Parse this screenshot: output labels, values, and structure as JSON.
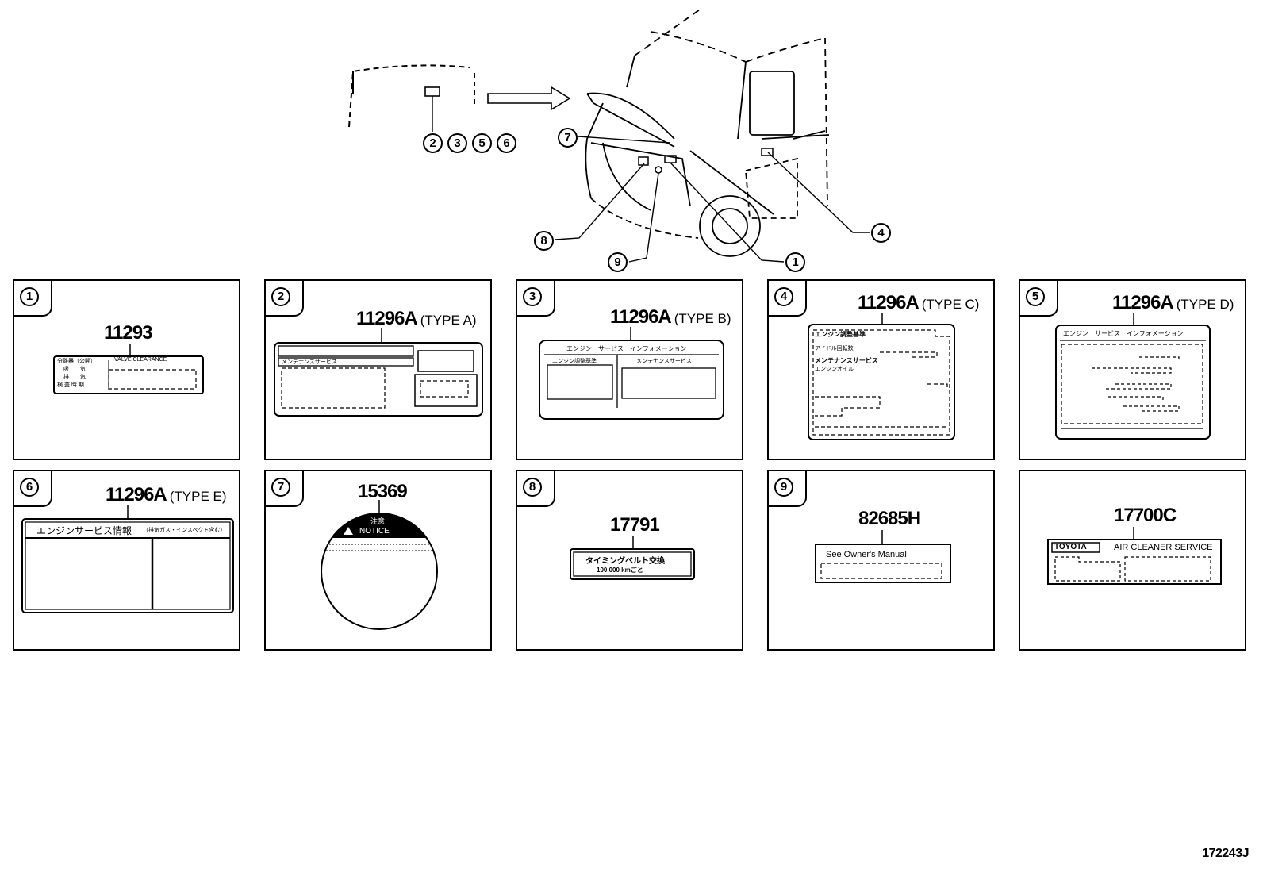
{
  "overview": {
    "callouts_left": [
      "2",
      "3",
      "5",
      "6"
    ],
    "callouts_vehicle": [
      "7",
      "8",
      "9",
      "1",
      "4"
    ]
  },
  "panels": [
    {
      "num": "1",
      "part": "11293",
      "type": "",
      "texts": [
        "分離器（公開）",
        "VALVE CLEARANCE",
        "吸　　気",
        "排　　気",
        "検 査 時 期"
      ]
    },
    {
      "num": "2",
      "part": "11296A",
      "type": "(TYPE A)",
      "texts": [
        "メンテナンスサービス"
      ]
    },
    {
      "num": "3",
      "part": "11296A",
      "type": "(TYPE B)",
      "texts": [
        "エンジン　サービス　インフォメーション",
        "エンジン調整基準",
        "メンテナンスサービス"
      ]
    },
    {
      "num": "4",
      "part": "11296A",
      "type": "(TYPE C)",
      "texts": [
        "エンジン調整基準",
        "アイドル回転数",
        "メンテナンスサービス",
        "エンジンオイル"
      ]
    },
    {
      "num": "5",
      "part": "11296A",
      "type": "(TYPE D)",
      "texts": [
        "エンジン　サービス　インフォメーション"
      ]
    },
    {
      "num": "6",
      "part": "11296A",
      "type": "(TYPE E)",
      "texts": [
        "エンジンサービス情報",
        "（排気ガス・インスペクト含む）"
      ]
    },
    {
      "num": "7",
      "part": "15369",
      "type": "",
      "texts": [
        "注意",
        "NOTICE"
      ]
    },
    {
      "num": "8",
      "part": "17791",
      "type": "",
      "texts": [
        "タイミングベルト交換",
        "100,000 kmごと"
      ]
    },
    {
      "num": "9",
      "part": "82685H",
      "type": "",
      "texts": [
        "See Owner's Manual"
      ]
    },
    {
      "num": "",
      "part": "17700C",
      "type": "",
      "texts": [
        "TOYOTA",
        "AIR CLEANER SERVICE"
      ]
    }
  ],
  "diagram_id": "172243J"
}
